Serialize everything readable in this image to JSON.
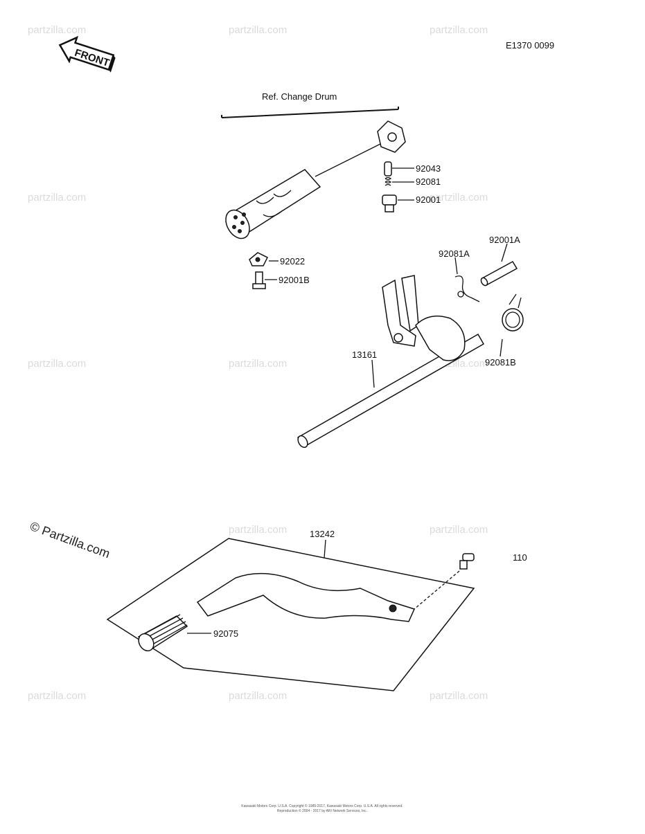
{
  "diagram": {
    "code": "E1370 0099",
    "front_label": "FRONT",
    "reference_label": "Ref.  Change Drum",
    "watermark_text": "© Partzilla.com",
    "watermark_small": "partzilla.com",
    "copyright_line1": "Kawasaki Motors Corp. U.S.A. Copyright © 1985-2017, Kawasaki Motors Corp. U.S.A.  All rights reserved.",
    "copyright_line2": "Reproduction © 2004 - 2017 by ARI Network Services, Inc.",
    "parts": {
      "p92043": "92043",
      "p92081": "92081",
      "p92001": "92001",
      "p92022": "92022",
      "p92001B": "92001B",
      "p92001A": "92001A",
      "p92081A": "92081A",
      "p92081B": "92081B",
      "p13161": "13161",
      "p13242": "13242",
      "p110": "110",
      "p92075": "92075"
    }
  }
}
